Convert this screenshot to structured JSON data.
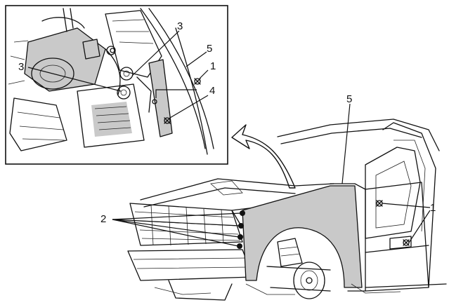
{
  "callouts": {
    "inset_3a": "3",
    "inset_3b": "3",
    "inset_5": "5",
    "inset_1": "1",
    "inset_4": "4",
    "main_5": "5",
    "main_2": "2",
    "main_1": "1"
  },
  "colors": {
    "line": "#111111",
    "shade": "#c9c9c9",
    "background": "#ffffff"
  }
}
